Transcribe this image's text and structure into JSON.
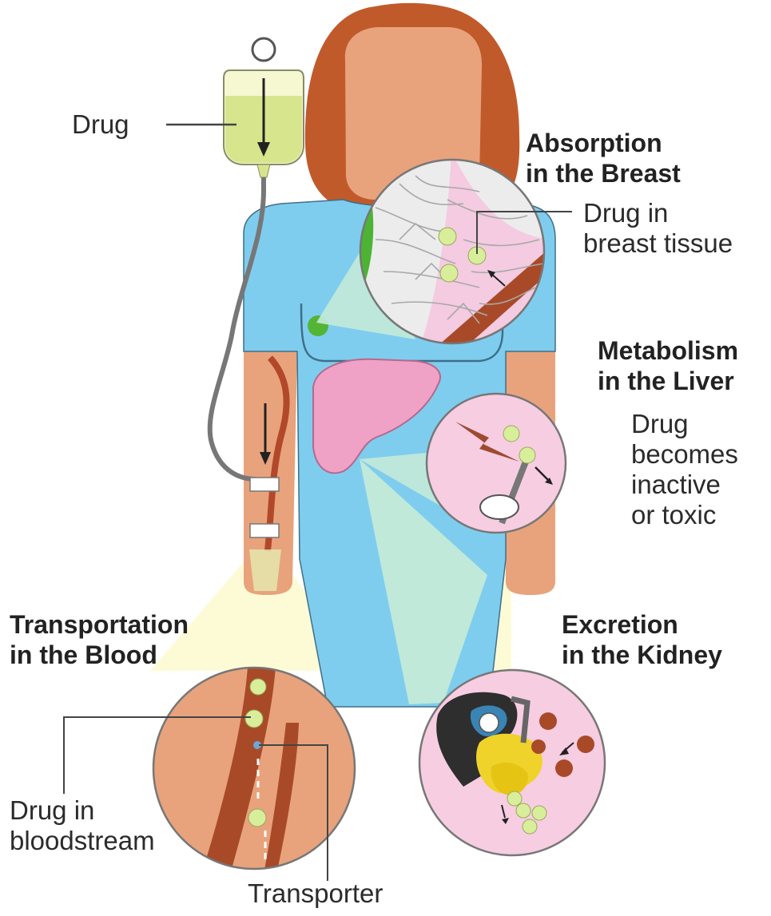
{
  "labels": {
    "drug": "Drug",
    "absorption": [
      "Absorption",
      "in the Breast"
    ],
    "breast_tissue": [
      "Drug in",
      "breast tissue"
    ],
    "metabolism": [
      "Metabolism",
      "in the Liver"
    ],
    "liver_effect": [
      "Drug",
      "becomes",
      "inactive",
      "or toxic"
    ],
    "transportation": [
      "Transportation",
      "in the Blood"
    ],
    "bloodstream": [
      "Drug in",
      "bloodstream"
    ],
    "excretion": [
      "Excretion",
      "in the Kidney"
    ],
    "transporter": "Transporter"
  },
  "colors": {
    "hair": "#c15a2b",
    "skin": "#e8a37c",
    "shirt": "#7fcdee",
    "liver": "#f0a1c6",
    "drug_particle": "#d9ee9a",
    "blood_vessel": "#a84a28",
    "cone_light": "#fdfbd6",
    "cone_teal": "#c4ead8"
  }
}
